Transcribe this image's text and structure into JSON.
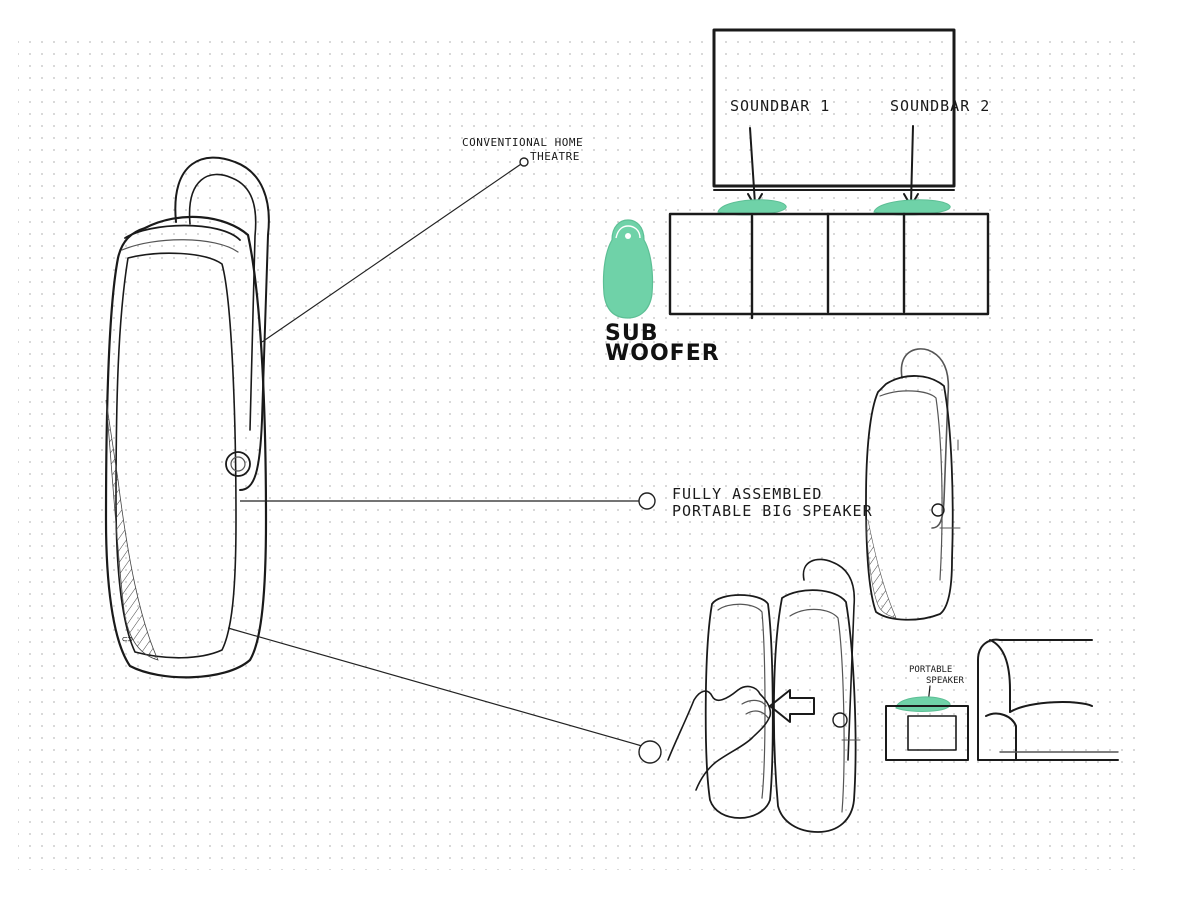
{
  "labels": {
    "conventional_home_theatre": [
      "CONVENTIONAL HOME",
      "THEATRE"
    ],
    "soundbar_1": "SOUNDBAR 1",
    "soundbar_2": "SOUNDBAR 2",
    "subwoofer": [
      "SUB",
      "WOOFER"
    ],
    "fully_assembled": [
      "FULLY ASSEMBLED",
      "PORTABLE BIG SPEAKER"
    ],
    "portable_speaker": [
      "PORTABLE",
      "SPEAKER"
    ]
  },
  "colors": {
    "accent": "#6fd2a8",
    "ink": "#1a1a1a",
    "grid_dot": "#bdbdbd",
    "background": "#ffffff"
  }
}
